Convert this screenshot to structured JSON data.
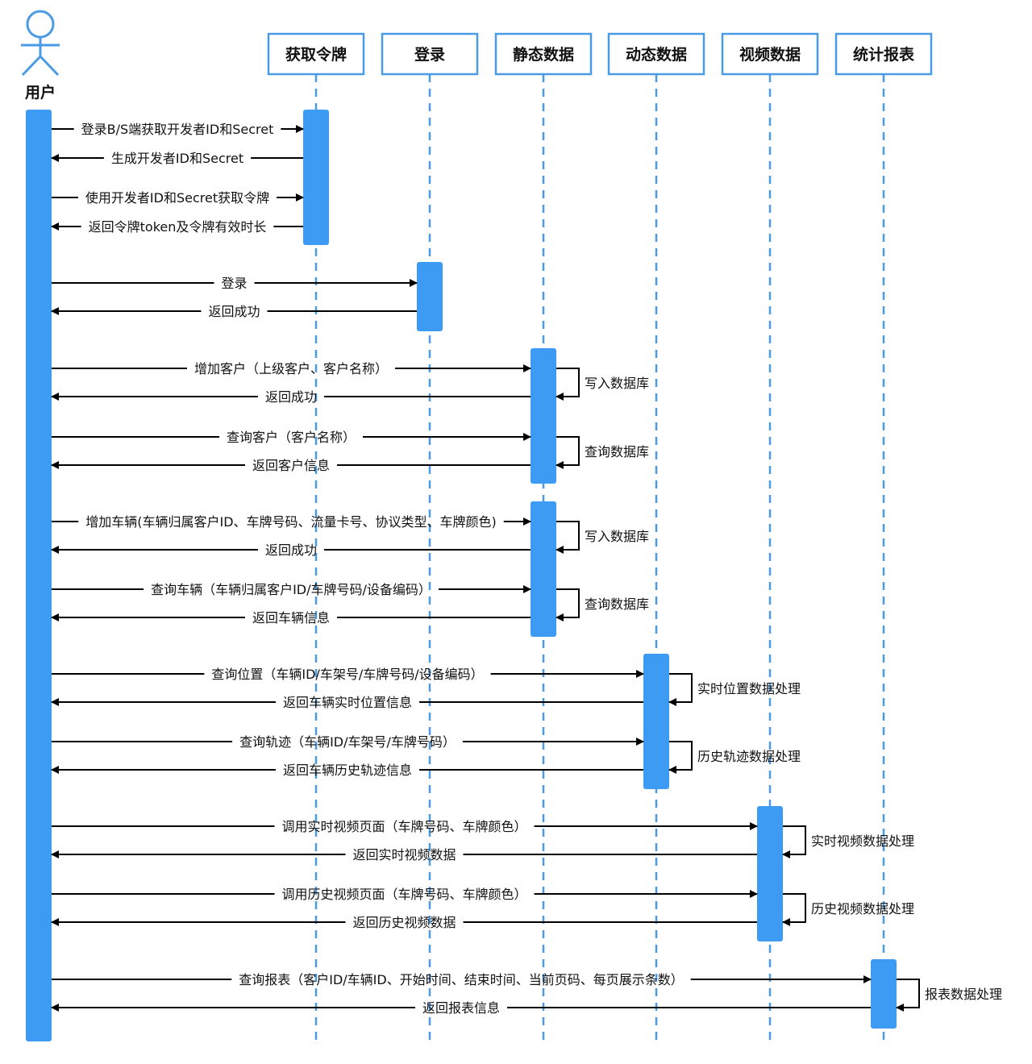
{
  "actor": {
    "label": "用户"
  },
  "participants": [
    {
      "id": "token",
      "label": "获取令牌"
    },
    {
      "id": "login",
      "label": "登录"
    },
    {
      "id": "static",
      "label": "静态数据"
    },
    {
      "id": "dynamic",
      "label": "动态数据"
    },
    {
      "id": "video",
      "label": "视频数据"
    },
    {
      "id": "report",
      "label": "统计报表"
    }
  ],
  "messages": [
    {
      "label": "登录B/S端获取开发者ID和Secret",
      "to": "token",
      "dir": "right"
    },
    {
      "label": "生成开发者ID和Secret",
      "to": "token",
      "dir": "left"
    },
    {
      "label": "使用开发者ID和Secret获取令牌",
      "to": "token",
      "dir": "right"
    },
    {
      "label": "返回令牌token及令牌有效时长",
      "to": "token",
      "dir": "left"
    },
    {
      "label": "登录",
      "to": "login",
      "dir": "right"
    },
    {
      "label": "返回成功",
      "to": "login",
      "dir": "left"
    },
    {
      "label": "增加客户（上级客户、客户名称）",
      "to": "static",
      "dir": "right"
    },
    {
      "label": "返回成功",
      "to": "static",
      "dir": "left"
    },
    {
      "label": "查询客户（客户名称）",
      "to": "static",
      "dir": "right"
    },
    {
      "label": "返回客户信息",
      "to": "static",
      "dir": "left"
    },
    {
      "label": "增加车辆(车辆归属客户ID、车牌号码、流量卡号、协议类型、车牌颜色)",
      "to": "static",
      "dir": "right"
    },
    {
      "label": "返回成功",
      "to": "static",
      "dir": "left"
    },
    {
      "label": "查询车辆（车辆归属客户ID/车牌号码/设备编码）",
      "to": "static",
      "dir": "right"
    },
    {
      "label": "返回车辆信息",
      "to": "static",
      "dir": "left"
    },
    {
      "label": "查询位置（车辆ID/车架号/车牌号码/设备编码）",
      "to": "dynamic",
      "dir": "right"
    },
    {
      "label": "返回车辆实时位置信息",
      "to": "dynamic",
      "dir": "left"
    },
    {
      "label": "查询轨迹（车辆ID/车架号/车牌号码）",
      "to": "dynamic",
      "dir": "right"
    },
    {
      "label": "返回车辆历史轨迹信息",
      "to": "dynamic",
      "dir": "left"
    },
    {
      "label": "调用实时视频页面（车牌号码、车牌颜色）",
      "to": "video",
      "dir": "right"
    },
    {
      "label": "返回实时视频数据",
      "to": "video",
      "dir": "left"
    },
    {
      "label": "调用历史视频页面（车牌号码、车牌颜色）",
      "to": "video",
      "dir": "right"
    },
    {
      "label": "返回历史视频数据",
      "to": "video",
      "dir": "left"
    },
    {
      "label": "查询报表（客户ID/车辆ID、开始时间、结束时间、当前页码、每页展示条数）",
      "to": "report",
      "dir": "right"
    },
    {
      "label": "返回报表信息",
      "to": "report",
      "dir": "left"
    }
  ],
  "self_calls": [
    {
      "participant": "static",
      "label": "写入数据库"
    },
    {
      "participant": "static",
      "label": "查询数据库"
    },
    {
      "participant": "static",
      "label": "写入数据库"
    },
    {
      "participant": "static",
      "label": "查询数据库"
    },
    {
      "participant": "dynamic",
      "label": "实时位置数据处理"
    },
    {
      "participant": "dynamic",
      "label": "历史轨迹数据处理"
    },
    {
      "participant": "video",
      "label": "实时视频数据处理"
    },
    {
      "participant": "video",
      "label": "历史视频数据处理"
    },
    {
      "participant": "report",
      "label": "报表数据处理"
    }
  ],
  "colors": {
    "box_border": "#4a9be6",
    "activation": "#3d9bf4",
    "lifeline": "#4a9be6",
    "actor": "#4a9be6",
    "line": "#000000"
  }
}
